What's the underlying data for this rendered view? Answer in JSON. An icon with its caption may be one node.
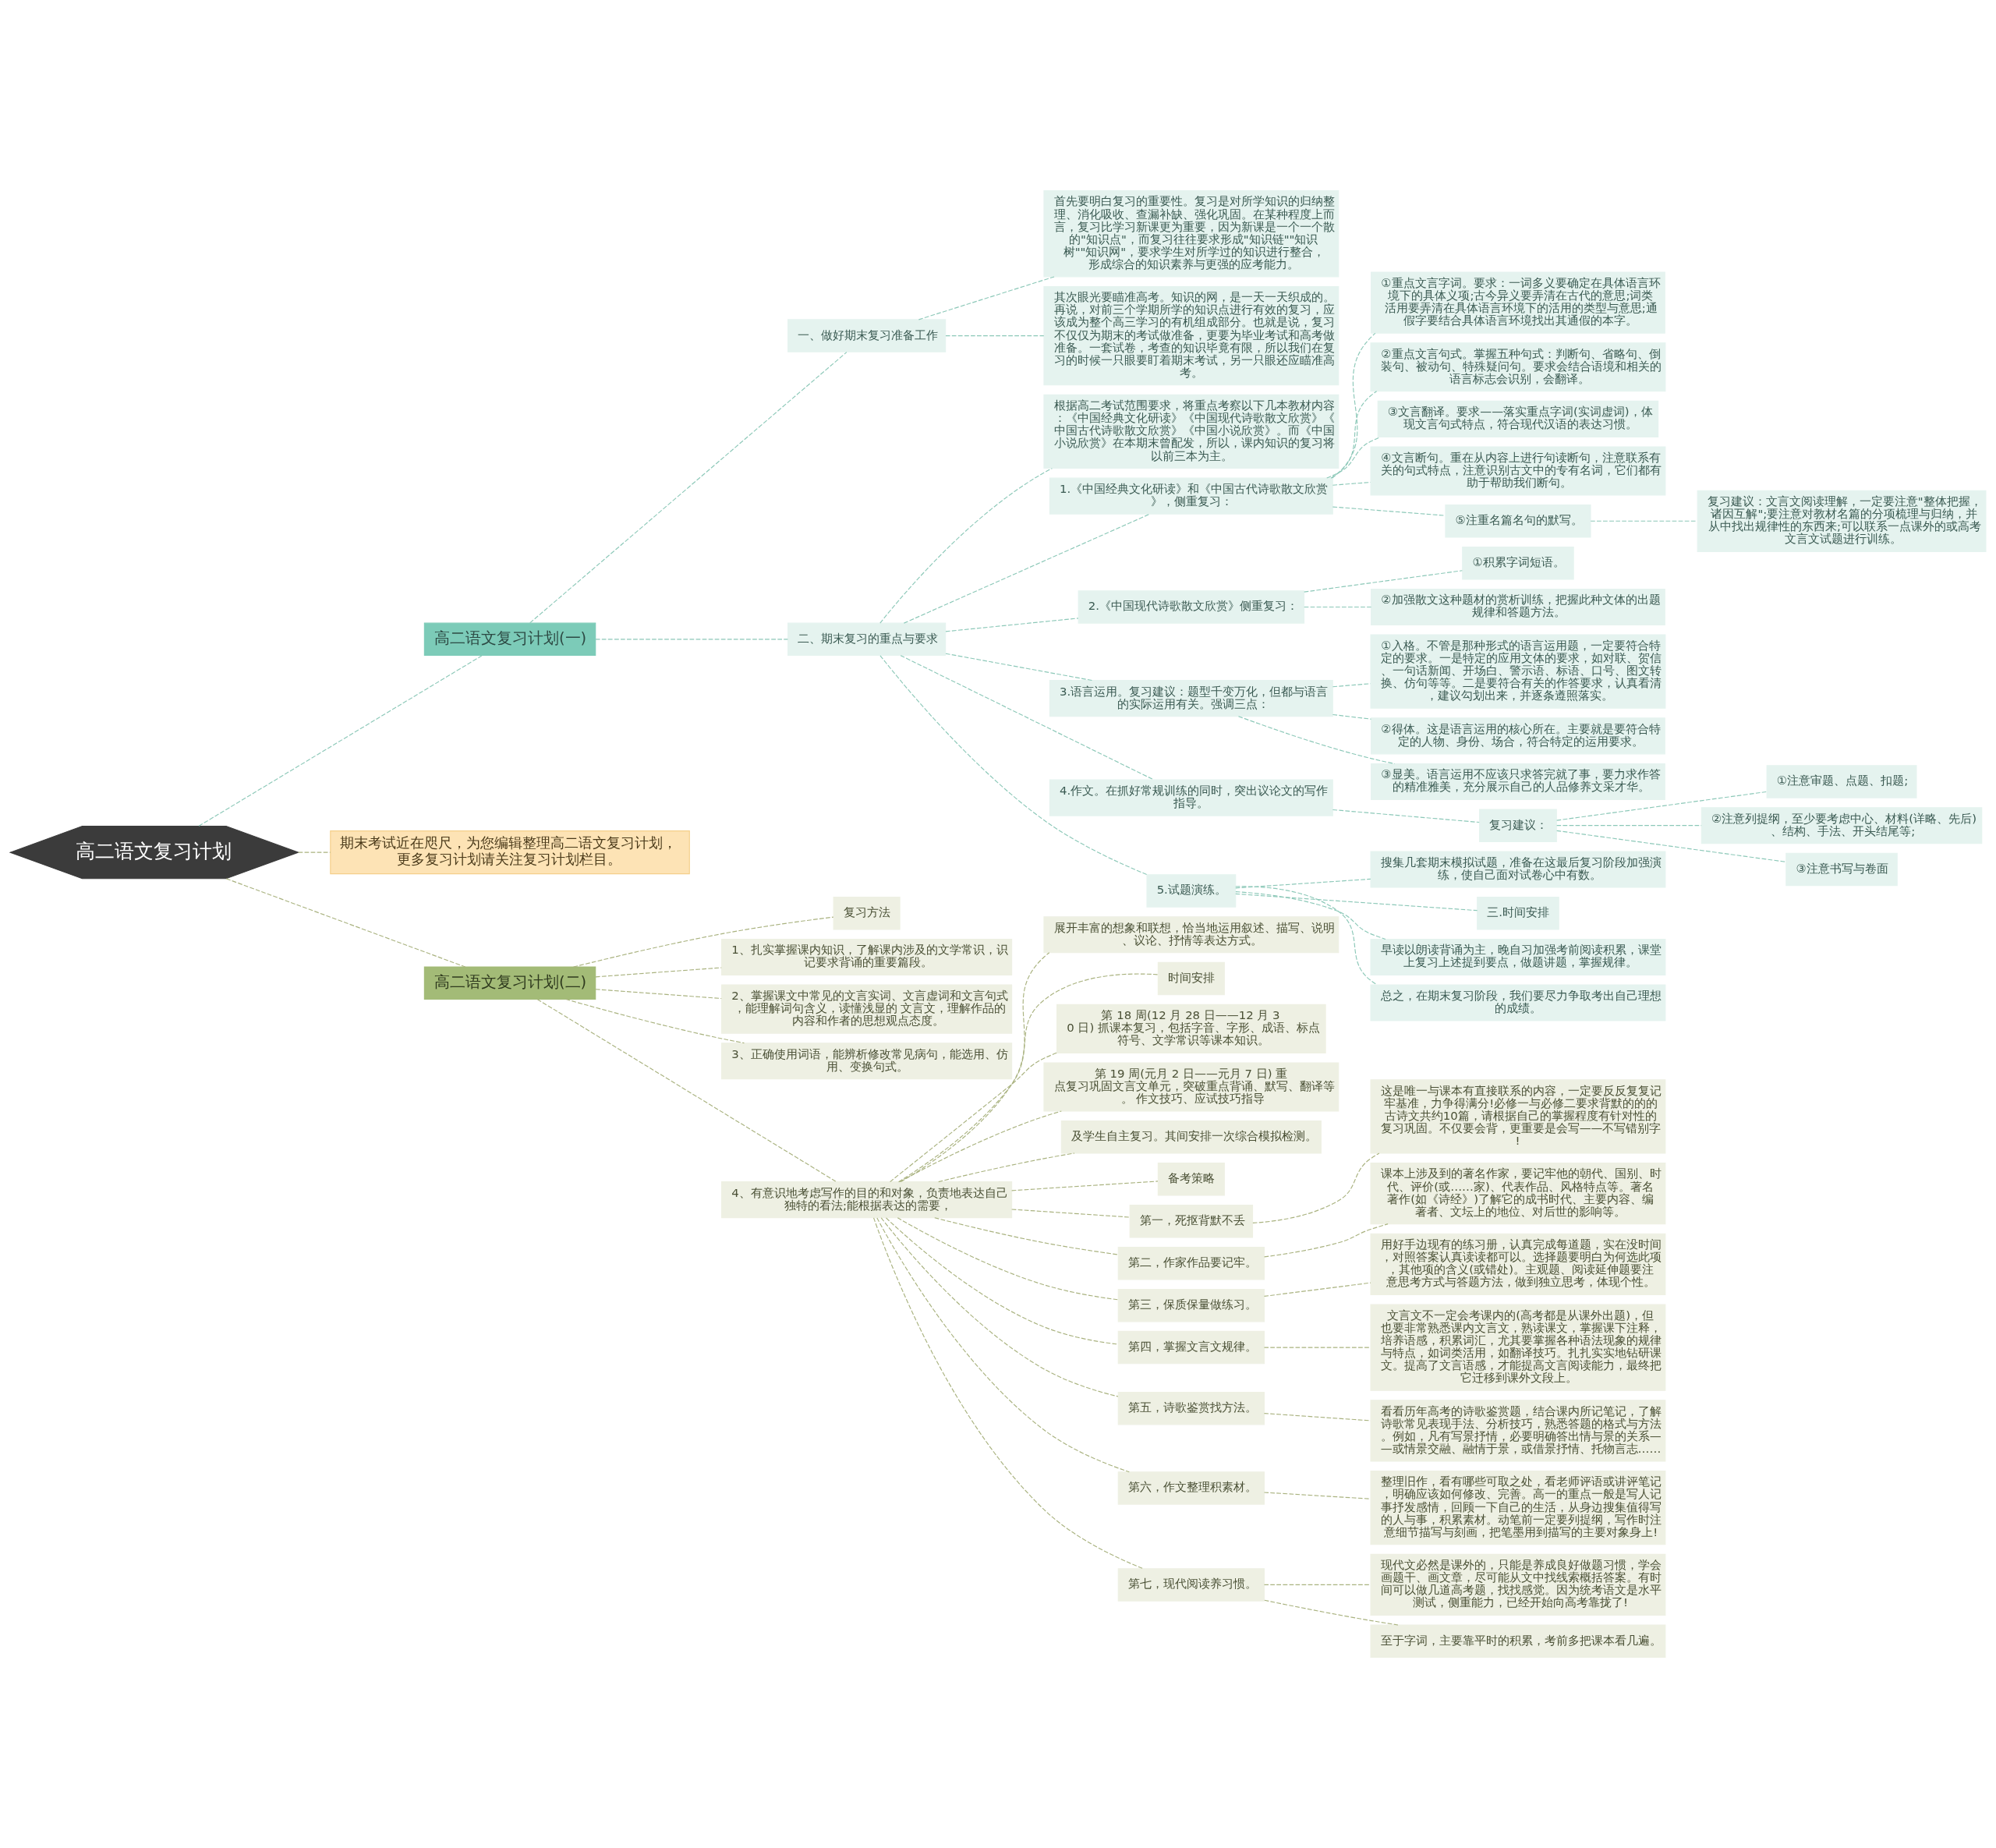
{
  "diagram": {
    "nodes": [
      {
        "text": [
          "高二语文复习计划"
        ]
      },
      {
        "text": [
          "高二语文复习计划(一)"
        ]
      },
      {
        "text": [
          "一、做好期末复习准备工作"
        ]
      },
      {
        "text": [
          "首先要明白复习的重要性。复习是对所学知识的归纳整理、消化吸收、查漏补缺、强化巩固。在某种程度上而言，复习比学习新课更为重要，因为新课是一个一个散的\"知识点\"，而复习往往要求形成\"知识链\"\"知识树\"\"知识网\"，要求学生对所学过的知识进行整合，形成综合的知识素养与更强的应考能力。"
        ]
      },
      {
        "text": [
          "其次眼光要瞄准高考。知识的网，是一天一天织成的。再说，对前三个学期所学的知识点进行有效的复习，应该成为整个高三学习的有机组成部分。也就是说，复习不仅仅为期末的考试做准备，更要为毕业考试和高考做准备。一套试卷，考查的知识毕竟有限，所以我们在复习的时候一只眼要盯着期末考试，另一只眼还应瞄准高考。"
        ]
      },
      {
        "text": [
          "二、期末复习的重点与要求"
        ]
      },
      {
        "text": [
          "根据高二考试范围要求，将重点考察以下几本教材内容：《中国经典文化研读》《中国现代诗歌散文欣赏》《中国古代诗歌散文欣赏》《中国小说欣赏》。而《中国小说欣赏》在本期末曾配发，所以，课内知识的复习将以前三本为主。"
        ]
      },
      {
        "text": [
          "1.《中国经典文化研读》和《中国古代诗歌散文欣赏》，侧重复习："
        ]
      },
      {
        "text": [
          "①重点文言字词。要求：一词多义要确定在具体语言环境下的具体义项;古今异义要弄清在古代的意思;词类活用要弄清在具体语言环境下的活用的类型与意思;通假字要结合具体语言环境找出其通假的本字。"
        ]
      },
      {
        "text": [
          "②重点文言句式。掌握五种句式：判断句、省略句、倒装句、被动句、特殊疑问句。要求会结合语境和相关的语言标志会识别，会翻译。"
        ]
      },
      {
        "text": [
          "③文言翻译。要求——落实重点字词(实词虚词)，体现文言句式特点，符合现代汉语的表达习惯。"
        ]
      },
      {
        "text": [
          "④文言断句。重在从内容上进行句读断句，注意联系有关的句式特点，注意识别古文中的专有名词，它们都有助于帮助我们断句。"
        ]
      },
      {
        "text": [
          "⑤注重名篇名句的默写。"
        ]
      },
      {
        "text": [
          "复习建议：文言文阅读理解，一定要注意\"整体把握，诸因互解\";要注意对教材名篇的分项梳理与归纳，并从中找出规律性的东西来;可以联系一点课外的或高考文言文试题进行训练。"
        ]
      },
      {
        "text": [
          "2.《中国现代诗歌散文欣赏》侧重复习："
        ]
      },
      {
        "text": [
          "①积累字词短语。"
        ]
      },
      {
        "text": [
          "②加强散文这种题材的赏析训练，把握此种文体的出题规律和答题方法。"
        ]
      },
      {
        "text": [
          "3.语言运用。复习建议：题型千变万化，但都与语言的实际运用有关。强调三点："
        ]
      },
      {
        "text": [
          "①入格。不管是那种形式的语言运用题，一定要符合特定的要求。一是特定的应用文体的要求，如对联、贺信、一句话新闻、开场白、警示语、标语、口号、图文转换、仿句等等。二是要符合有关的作答要求，认真看清，建议勾划出来，并逐条遵照落实。"
        ]
      },
      {
        "text": [
          "②得体。这是语言运用的核心所在。主要就是要符合特定的人物、身份、场合，符合特定的运用要求。"
        ]
      },
      {
        "text": [
          "③显美。语言运用不应该只求答完就了事，要力求作答的精准雅美，充分展示自己的人品修养文采才华。"
        ]
      },
      {
        "text": [
          "4.作文。在抓好常规训练的同时，突出议论文的写作指导。"
        ]
      },
      {
        "text": [
          "复习建议："
        ]
      },
      {
        "text": [
          "①注意审题、点题、扣题;"
        ]
      },
      {
        "text": [
          "②注意列提纲，至少要考虑中心、材料(详略、先后)、结构、手法、开头结尾等;"
        ]
      },
      {
        "text": [
          "③注意书写与卷面"
        ]
      },
      {
        "text": [
          "5.试题演练。"
        ]
      },
      {
        "text": [
          "搜集几套期末模拟试题，准备在这最后复习阶段加强演练，使自己面对试卷心中有数。"
        ]
      },
      {
        "text": [
          "三.时间安排"
        ]
      },
      {
        "text": [
          "早读以朗读背诵为主，晚自习加强考前阅读积累，课堂上复习上述提到要点，做题讲题，掌握规律。"
        ]
      },
      {
        "text": [
          "总之，在期末复习阶段，我们要尽力争取考出自己理想的成绩。"
        ]
      },
      {
        "text": [
          "期末考试近在咫尺，为您编辑整理高二语文复习计划，更多复习计划请关注复习计划栏目。"
        ]
      },
      {
        "text": [
          "高二语文复习计划(二)"
        ]
      },
      {
        "text": [
          "复习方法"
        ]
      },
      {
        "text": [
          "1、扎实掌握课内知识，了解课内涉及的文学常识，识记要求背诵的重要篇段。"
        ]
      },
      {
        "text": [
          "2、掌握课文中常见的文言实词、文言虚词和文言句式，能理解词句含义，读懂浅显的 文言文，理解作品的内容和作者的思想观点态度。"
        ]
      },
      {
        "text": [
          "3、正确使用词语，能辨析修改常见病句，能选用、仿用、变换句式。"
        ]
      },
      {
        "text": [
          "4、有意识地考虑写作的目的和对象，负责地表达自己独特的看法;能根据表达的需要，"
        ]
      },
      {
        "text": [
          "展开丰富的想象和联想，恰当地运用叙述、描写、说明、议论、抒情等表达方式。"
        ]
      },
      {
        "text": [
          "时间安排"
        ]
      },
      {
        "text": [
          "第 18 周(12 月 28 日——12 月 30 日) 抓课本复习，包括字音、字形、成语、标点符号、文学常识等课本知识。"
        ]
      },
      {
        "text": [
          "第 19 周(元月 2 日——元月 7 日) 重点复习巩固文言文单元，突破重点背诵、默写、翻译等。 作文技巧、应试技巧指导"
        ]
      },
      {
        "text": [
          "及学生自主复习。其间安排一次综合模拟检测。"
        ]
      },
      {
        "text": [
          "备考策略"
        ]
      },
      {
        "text": [
          "第一，死抠背默不丢"
        ]
      },
      {
        "text": [
          "这是唯一与课本有直接联系的内容，一定要反反复复记牢基准，力争得满分!必修一与必修二要求背默的的的古诗文共约10篇，请根据自己的掌握程度有针对性的复习巩固。不仅要会背，更重要是会写——不写错别字!"
        ]
      },
      {
        "text": [
          "第二，作家作品要记牢。"
        ]
      },
      {
        "text": [
          "课本上涉及到的著名作家，要记牢他的朝代、国别、时代、评价(或……家)、代表作品、风格特点等。著名著作(如《诗经》)了解它的成书时代、主要内容、编著者、文坛上的地位、对后世的影响等。"
        ]
      },
      {
        "text": [
          "第三，保质保量做练习。"
        ]
      },
      {
        "text": [
          "用好手边现有的练习册，认真完成每道题，实在没时间，对照答案认真读读都可以。选择题要明白为何选此项，其他项的含义(或错处)。主观题、阅读延伸题要注意思考方式与答题方法，做到独立思考，体现个性。"
        ]
      },
      {
        "text": [
          "第四，掌握文言文规律。"
        ]
      },
      {
        "text": [
          "文言文不一定会考课内的(高考都是从课外出题)，但也要非常熟悉课内文言文，熟读课文，掌握课下注释，培养语感，积累词汇，尤其要掌握各种语法现象的规律与特点，如词类活用，如翻译技巧。扎扎实实地钻研课文。提高了文言语感，才能提高文言阅读能力，最终把它迁移到课外文段上。"
        ]
      },
      {
        "text": [
          "第五，诗歌鉴赏找方法。"
        ]
      },
      {
        "text": [
          "看看历年高考的诗歌鉴赏题，结合课内所记笔记，了解诗歌常见表现手法、分析技巧，熟悉答题的格式与方法。例如，凡有写景抒情，必要明确答出情与景的关系——或情景交融、融情于景，或借景抒情、托物言志……"
        ]
      },
      {
        "text": [
          "第六，作文整理积素材。"
        ]
      },
      {
        "text": [
          "整理旧作，看有哪些可取之处，看老师评语或讲评笔记，明确应该如何修改、完善。高一的重点一般是写人记事抒发感情，回顾一下自己的生活，从身边搜集值得写的人与事，积累素材。动笔前一定要列提纲，写作时注意细节描写与刻画，把笔墨用到描写的主要对象身上!"
        ]
      },
      {
        "text": [
          "第七，现代阅读养习惯。"
        ]
      },
      {
        "text": [
          "现代文必然是课外的，只能是养成良好做题习惯，学会画题干、画文章，尽可能从文中找线索概括答案。有时间可以做几道高考题，找找感觉。因为统考语文是水平测试，侧重能力，已经开始向高考靠拢了!"
        ]
      },
      {
        "text": [
          "至于字词，主要靠平时的积累，考前多把课本看几遍。"
        ]
      }
    ],
    "edges": [
      {
        "from": 0,
        "to": 1,
        "arrow": "none",
        "style": "dashed"
      },
      {
        "from": 1,
        "to": 2,
        "arrow": "none",
        "style": "dashed"
      },
      {
        "from": 2,
        "to": 3,
        "arrow": "none",
        "style": "dashed"
      },
      {
        "from": 2,
        "to": 4,
        "arrow": "none",
        "style": "dashed"
      },
      {
        "from": 1,
        "to": 5,
        "arrow": "none",
        "style": "dashed"
      },
      {
        "from": 5,
        "to": 6,
        "arrow": "none",
        "style": "dashed"
      },
      {
        "from": 5,
        "to": 7,
        "arrow": "none",
        "style": "dashed"
      },
      {
        "from": 7,
        "to": 8,
        "arrow": "none",
        "style": "dashed"
      },
      {
        "from": 7,
        "to": 9,
        "arrow": "none",
        "style": "dashed"
      },
      {
        "from": 7,
        "to": 10,
        "arrow": "none",
        "style": "dashed"
      },
      {
        "from": 7,
        "to": 11,
        "arrow": "none",
        "style": "dashed"
      },
      {
        "from": 7,
        "to": 12,
        "arrow": "none",
        "style": "dashed"
      },
      {
        "from": 12,
        "to": 13,
        "arrow": "none",
        "style": "dashed"
      },
      {
        "from": 5,
        "to": 14,
        "arrow": "none",
        "style": "dashed"
      },
      {
        "from": 14,
        "to": 15,
        "arrow": "none",
        "style": "dashed"
      },
      {
        "from": 14,
        "to": 16,
        "arrow": "none",
        "style": "dashed"
      },
      {
        "from": 5,
        "to": 17,
        "arrow": "none",
        "style": "dashed"
      },
      {
        "from": 17,
        "to": 18,
        "arrow": "none",
        "style": "dashed"
      },
      {
        "from": 17,
        "to": 19,
        "arrow": "none",
        "style": "dashed"
      },
      {
        "from": 17,
        "to": 20,
        "arrow": "none",
        "style": "dashed"
      },
      {
        "from": 5,
        "to": 21,
        "arrow": "none",
        "style": "dashed"
      },
      {
        "from": 21,
        "to": 22,
        "arrow": "none",
        "style": "dashed"
      },
      {
        "from": 22,
        "to": 23,
        "arrow": "none",
        "style": "dashed"
      },
      {
        "from": 22,
        "to": 24,
        "arrow": "none",
        "style": "dashed"
      },
      {
        "from": 22,
        "to": 25,
        "arrow": "none",
        "style": "dashed"
      },
      {
        "from": 5,
        "to": 26,
        "arrow": "none",
        "style": "dashed"
      },
      {
        "from": 26,
        "to": 27,
        "arrow": "none",
        "style": "dashed"
      },
      {
        "from": 26,
        "to": 28,
        "arrow": "none",
        "style": "dashed"
      },
      {
        "from": 26,
        "to": 29,
        "arrow": "none",
        "style": "dashed"
      },
      {
        "from": 26,
        "to": 30,
        "arrow": "none",
        "style": "dashed"
      },
      {
        "from": 0,
        "to": 31,
        "arrow": "none",
        "style": "dashed",
        "color": "#a9b27f"
      },
      {
        "from": 0,
        "to": 32,
        "arrow": "none",
        "style": "dashed",
        "color": "#a9b27f"
      },
      {
        "from": 32,
        "to": 33,
        "arrow": "none",
        "style": "dashed",
        "color": "#a9b27f"
      },
      {
        "from": 32,
        "to": 34,
        "arrow": "none",
        "style": "dashed",
        "color": "#a9b27f"
      },
      {
        "from": 32,
        "to": 35,
        "arrow": "none",
        "style": "dashed",
        "color": "#a9b27f"
      },
      {
        "from": 32,
        "to": 36,
        "arrow": "none",
        "style": "dashed",
        "color": "#a9b27f"
      },
      {
        "from": 32,
        "to": 37,
        "arrow": "none",
        "style": "dashed",
        "color": "#a9b27f"
      },
      {
        "from": 37,
        "to": 38,
        "arrow": "none",
        "style": "dashed",
        "color": "#a9b27f"
      },
      {
        "from": 37,
        "to": 39,
        "arrow": "none",
        "style": "dashed",
        "color": "#a9b27f"
      },
      {
        "from": 37,
        "to": 40,
        "arrow": "none",
        "style": "dashed",
        "color": "#a9b27f"
      },
      {
        "from": 37,
        "to": 41,
        "arrow": "none",
        "style": "dashed",
        "color": "#a9b27f"
      },
      {
        "from": 37,
        "to": 42,
        "arrow": "none",
        "style": "dashed",
        "color": "#a9b27f"
      },
      {
        "from": 37,
        "to": 43,
        "arrow": "none",
        "style": "dashed",
        "color": "#a9b27f"
      },
      {
        "from": 37,
        "to": 44,
        "arrow": "none",
        "style": "dashed",
        "color": "#a9b27f"
      },
      {
        "from": 44,
        "to": 45,
        "arrow": "none",
        "style": "dashed",
        "color": "#a9b27f"
      },
      {
        "from": 37,
        "to": 46,
        "arrow": "none",
        "style": "dashed",
        "color": "#a9b27f"
      },
      {
        "from": 46,
        "to": 47,
        "arrow": "none",
        "style": "dashed",
        "color": "#a9b27f"
      },
      {
        "from": 37,
        "to": 48,
        "arrow": "none",
        "style": "dashed",
        "color": "#a9b27f"
      },
      {
        "from": 48,
        "to": 49,
        "arrow": "none",
        "style": "dashed",
        "color": "#a9b27f"
      },
      {
        "from": 37,
        "to": 50,
        "arrow": "none",
        "style": "dashed",
        "color": "#a9b27f"
      },
      {
        "from": 50,
        "to": 51,
        "arrow": "none",
        "style": "dashed",
        "color": "#a9b27f"
      },
      {
        "from": 37,
        "to": 52,
        "arrow": "none",
        "style": "dashed",
        "color": "#a9b27f"
      },
      {
        "from": 52,
        "to": 53,
        "arrow": "none",
        "style": "dashed",
        "color": "#a9b27f"
      },
      {
        "from": 37,
        "to": 54,
        "arrow": "none",
        "style": "dashed",
        "color": "#a9b27f"
      },
      {
        "from": 54,
        "to": 55,
        "arrow": "none",
        "style": "dashed",
        "color": "#a9b27f"
      },
      {
        "from": 37,
        "to": 56,
        "arrow": "none",
        "style": "dashed",
        "color": "#a9b27f"
      },
      {
        "from": 56,
        "to": 57,
        "arrow": "none",
        "style": "dashed",
        "color": "#a9b27f"
      },
      {
        "from": 56,
        "to": 58,
        "arrow": "none",
        "style": "dashed",
        "color": "#a9b27f"
      }
    ]
  }
}
